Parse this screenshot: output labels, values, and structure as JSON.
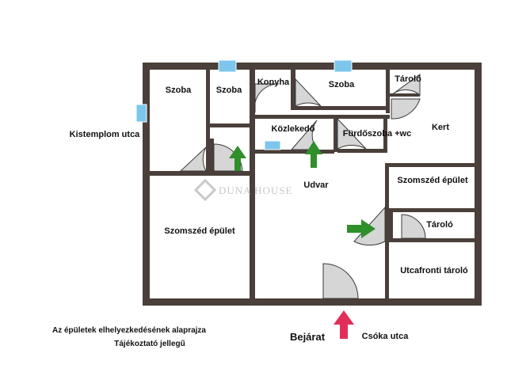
{
  "rooms": {
    "szoba_1": "Szoba",
    "szoba_2": "Szoba",
    "konyha": "Konyha",
    "szoba_3": "Szoba",
    "tarolo_top": "Tároló",
    "kozlekedo": "Közlekedő",
    "furdoszoba": "Fürdőszoba +wc",
    "kert": "Kert",
    "udvar": "Udvar",
    "szomszed_jobb": "Szomszéd épület",
    "tarolo_mid": "Tároló",
    "szomszed_bal": "Szomszéd épület",
    "utcafronti": "Utcafronti tároló"
  },
  "street_left": "Kistemplom utca",
  "entrance": "Bejárat",
  "street_bottom": "Csóka utca",
  "note_line1": "Az épületek elhelyezkedésének alaprajza",
  "note_line2": "Tájékoztató jellegű",
  "watermark": "DUNA HOUSE",
  "colors": {
    "wall": "#4a3f3a",
    "window": "#7cc6ec",
    "door_fill": "#cfcfcf",
    "arrow_green": "#2f8f2a",
    "arrow_red": "#e0305a"
  }
}
